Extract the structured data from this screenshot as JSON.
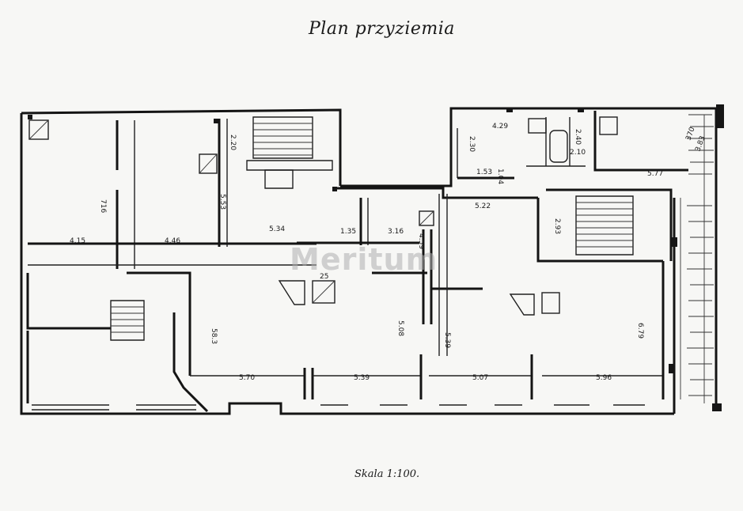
{
  "title": "Plan przyziemia",
  "scale": "Skala 1:100.",
  "watermark": "Meritum",
  "colors": {
    "ink": "#141414",
    "paper": "#f7f7f5",
    "watermark": "#afafaf"
  },
  "dimensions": {
    "d716": "716",
    "d220": "2.20",
    "d553": "5.53",
    "d415": "4.15",
    "d446": "4.46",
    "d534": "5.34",
    "d135": "1.35",
    "d316": "3.16",
    "d459": "4.59",
    "d25": "25",
    "d583": "58.3",
    "d508": "5.08",
    "d539": "5.39",
    "d679": "6.79",
    "d570": "5.70",
    "d539b": "5.39",
    "d507": "5.07",
    "d596": "5.96",
    "d429": "4.29",
    "d230": "2.30",
    "d240": "2.40",
    "d210": "2.10",
    "d153": "1.53",
    "d104": "1.04",
    "d577": "5.77",
    "d370": "370",
    "d383": "3.83",
    "d522": "5.22",
    "d293": "2.93"
  }
}
